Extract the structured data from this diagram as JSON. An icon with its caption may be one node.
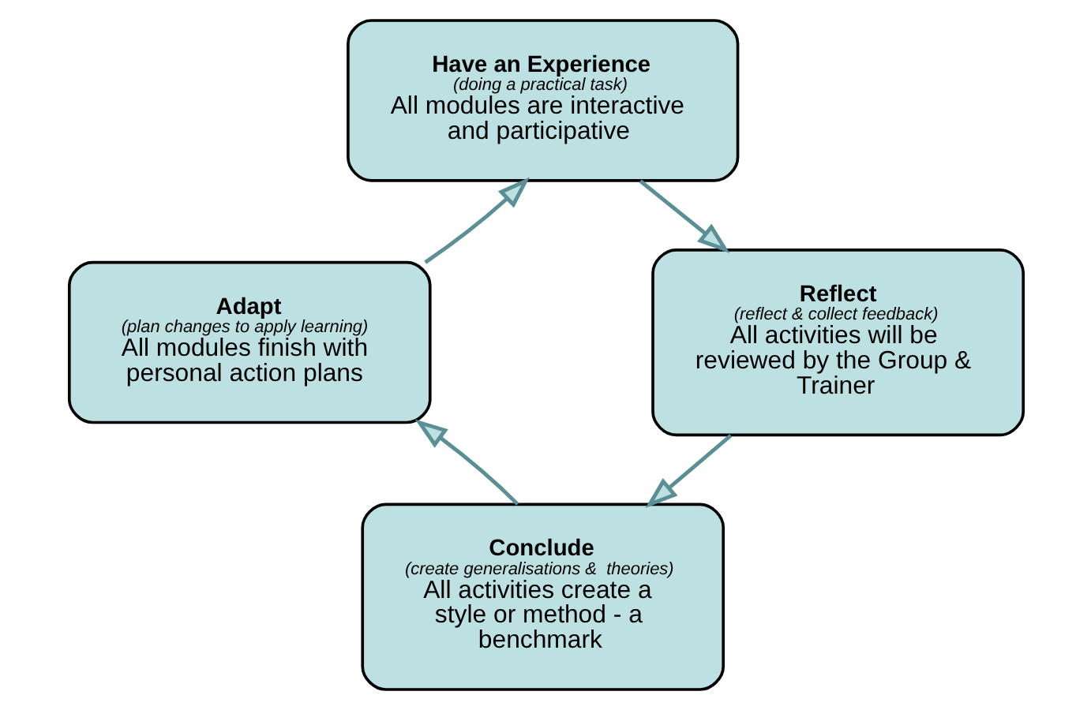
{
  "diagram": {
    "nodes": [
      {
        "text": [
          "Have an Experience",
          "(doing a practical task)",
          "All modules are interactive and participative"
        ]
      },
      {
        "text": [
          "Adapt",
          "(plan changes to apply learning)",
          "All modules finish with personal action plans"
        ]
      },
      {
        "text": [
          "Reflect",
          "(reflect & collect feedback)",
          "All activities will be reviewed by the Group & Trainer"
        ]
      },
      {
        "text": [
          "Conclude",
          "(create generalisations &  theories)",
          "All activities create a style or method - a benchmark"
        ]
      }
    ],
    "edges": [
      {
        "from": 0,
        "to": 2,
        "arrow": "to"
      },
      {
        "from": 2,
        "to": 3,
        "arrow": "to"
      },
      {
        "from": 3,
        "to": 1,
        "arrow": "to"
      },
      {
        "from": 1,
        "to": 0,
        "arrow": "to"
      }
    ]
  }
}
